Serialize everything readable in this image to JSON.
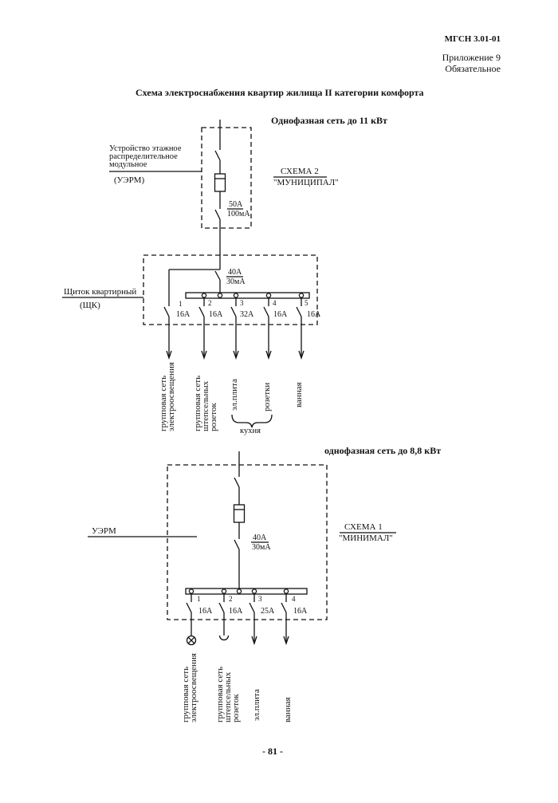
{
  "header": {
    "code": "МГСН 3.01-01",
    "appendix": "Приложение 9",
    "status": "Обязательное"
  },
  "title": "Схема электроснабжения квартир жилища II категории комфорта",
  "scheme2": {
    "network": "Однофазная сеть до 11 кВт",
    "uerm_label": [
      "Устройство этажное",
      "распределительное",
      "модульное"
    ],
    "uerm_abbr": "(УЭРМ)",
    "scheme_name": "СХЕМА 2",
    "scheme_type": "\"МУНИЦИПАЛ\"",
    "uerm_breaker": {
      "current": "50А",
      "leakage": "100мА"
    },
    "panel_label": "Щиток квартирный",
    "panel_abbr": "(ЩК)",
    "rcd": {
      "current": "40А",
      "leakage": "30мА"
    },
    "circuits": [
      {
        "number": "1",
        "rating": "16А",
        "label": [
          "групповая сеть",
          "электроосвещения"
        ]
      },
      {
        "number": "2",
        "rating": "16А",
        "label": [
          "групповая сеть",
          "штепсельных",
          "розеток"
        ]
      },
      {
        "number": "3",
        "rating": "32А",
        "label": [
          "эл.плита"
        ]
      },
      {
        "number": "4",
        "rating": "16А",
        "label": [
          "розетки"
        ]
      },
      {
        "number": "5",
        "rating": "16А",
        "label": [
          "ванная"
        ]
      }
    ],
    "group_label": "кухня"
  },
  "scheme1": {
    "network": "однофазная сеть до 8,8 кВт",
    "uerm_abbr": "УЭРМ",
    "scheme_name": "СХЕМА 1",
    "scheme_type": "\"МИНИМАЛ\"",
    "rcd": {
      "current": "40А",
      "leakage": "30мА"
    },
    "circuits": [
      {
        "number": "1",
        "rating": "16А",
        "label": [
          "групповая сеть",
          "электроосвещения"
        ]
      },
      {
        "number": "2",
        "rating": "16А",
        "label": [
          "групповая сеть",
          "штепсельных",
          "розеток"
        ]
      },
      {
        "number": "3",
        "rating": "25А",
        "label": [
          "эл.плита"
        ]
      },
      {
        "number": "4",
        "rating": "16А",
        "label": [
          "ванная"
        ]
      }
    ]
  },
  "page_number": "- 81 -"
}
